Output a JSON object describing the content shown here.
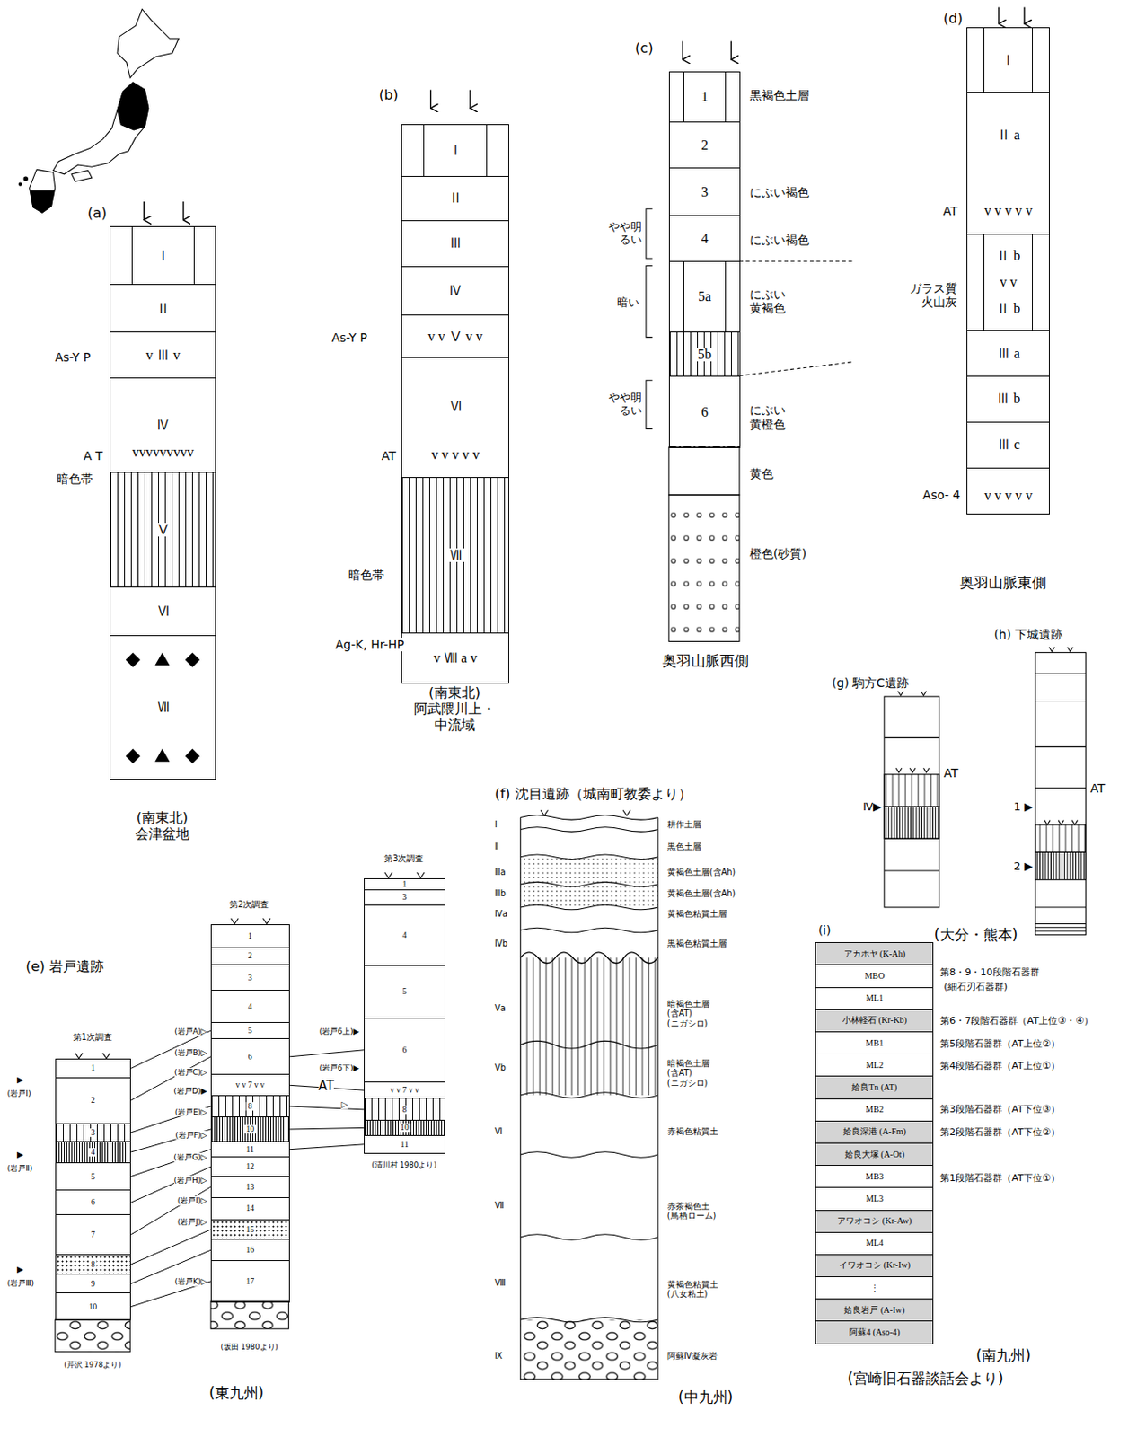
{
  "diagram": {
    "nodes": [
      {
        "text": [
          "Ⅰ"
        ]
      },
      {
        "text": [
          "Ⅱ"
        ]
      },
      {
        "text": [
          "v Ⅲ v"
        ]
      },
      {
        "text": [
          "Ⅳ",
          "vvvvvvvvv"
        ]
      },
      {
        "text": [
          "Ⅴ"
        ]
      },
      {
        "text": [
          "Ⅵ"
        ]
      },
      {
        "text": [
          "Ⅶ"
        ]
      },
      {
        "text": [
          "Ⅰ"
        ]
      },
      {
        "text": [
          "Ⅱ"
        ]
      },
      {
        "text": [
          "Ⅲ"
        ]
      },
      {
        "text": [
          "Ⅳ"
        ]
      },
      {
        "text": [
          "v v Ⅴ v v"
        ]
      },
      {
        "text": [
          "Ⅵ",
          "v v v v v"
        ]
      },
      {
        "text": [
          "Ⅶ"
        ]
      },
      {
        "text": [
          "v Ⅷ a v"
        ]
      },
      {
        "text": [
          "1"
        ]
      },
      {
        "text": [
          "2"
        ]
      },
      {
        "text": [
          "3"
        ]
      },
      {
        "text": [
          "4"
        ]
      },
      {
        "text": [
          "5a"
        ]
      },
      {
        "text": [
          "5b"
        ]
      },
      {
        "text": [
          "6"
        ]
      },
      {
        "text": [
          "Ⅰ"
        ]
      },
      {
        "text": [
          "Ⅱ a",
          "v v v v v"
        ]
      },
      {
        "text": [
          "Ⅱ b",
          "v v",
          "Ⅱ b"
        ]
      },
      {
        "text": [
          "Ⅲ a"
        ]
      },
      {
        "text": [
          "Ⅲ b"
        ]
      },
      {
        "text": [
          "Ⅲ c"
        ]
      },
      {
        "text": [
          "v v v v v"
        ]
      },
      {
        "text": [
          "1"
        ]
      },
      {
        "text": [
          "2"
        ]
      },
      {
        "text": [
          "3"
        ]
      },
      {
        "text": [
          "4"
        ]
      },
      {
        "text": [
          "5"
        ]
      },
      {
        "text": [
          "6"
        ]
      },
      {
        "text": [
          "7"
        ]
      },
      {
        "text": [
          "8"
        ]
      },
      {
        "text": [
          "9"
        ]
      },
      {
        "text": [
          "10"
        ]
      },
      {
        "text": [
          "1"
        ]
      },
      {
        "text": [
          "2"
        ]
      },
      {
        "text": [
          "3"
        ]
      },
      {
        "text": [
          "4"
        ]
      },
      {
        "text": [
          "5"
        ]
      },
      {
        "text": [
          "6"
        ]
      },
      {
        "text": [
          "v v 7 v v"
        ]
      },
      {
        "text": [
          "8"
        ]
      },
      {
        "text": [
          "10"
        ]
      },
      {
        "text": [
          "11"
        ]
      },
      {
        "text": [
          "12"
        ]
      },
      {
        "text": [
          "13"
        ]
      },
      {
        "text": [
          "14"
        ]
      },
      {
        "text": [
          "15"
        ]
      },
      {
        "text": [
          "16"
        ]
      },
      {
        "text": [
          "17"
        ]
      },
      {
        "text": [
          "1"
        ]
      },
      {
        "text": [
          "3"
        ]
      },
      {
        "text": [
          "4"
        ]
      },
      {
        "text": [
          "5"
        ]
      },
      {
        "text": [
          "6"
        ]
      },
      {
        "text": [
          "v v 7 v v"
        ]
      },
      {
        "text": [
          "8"
        ]
      },
      {
        "text": [
          "10"
        ]
      },
      {
        "text": [
          "11"
        ]
      },
      {
        "text": [
          "アカホヤ (K-Ah)"
        ]
      },
      {
        "text": [
          "MBO"
        ]
      },
      {
        "text": [
          "ML1"
        ]
      },
      {
        "text": [
          "小林軽石 (Kr-Kb)"
        ]
      },
      {
        "text": [
          "MB1"
        ]
      },
      {
        "text": [
          "ML2"
        ]
      },
      {
        "text": [
          "姶良Tn (AT)"
        ]
      },
      {
        "text": [
          "MB2"
        ]
      },
      {
        "text": [
          "姶良深港 (A-Fm)"
        ]
      },
      {
        "text": [
          "姶良大塚 (A-Ot)"
        ]
      },
      {
        "text": [
          "MB3"
        ]
      },
      {
        "text": [
          "ML3"
        ]
      },
      {
        "text": [
          "アワオコシ (Kr-Aw)"
        ]
      },
      {
        "text": [
          "ML4"
        ]
      },
      {
        "text": [
          "イワオコシ (Kr-Iw)"
        ]
      },
      {
        "text": [
          "⋮"
        ]
      },
      {
        "text": [
          "姶良岩戸 (A-Iw)"
        ]
      },
      {
        "text": [
          "阿蘇4 (Aso-4)"
        ]
      }
    ],
    "edges": [
      {
        "from": 29,
        "to": 43,
        "arrow": "none"
      },
      {
        "from": 30,
        "to": 44,
        "arrow": "none"
      },
      {
        "from": 31,
        "to": 46,
        "arrow": "none"
      },
      {
        "from": 32,
        "to": 47,
        "arrow": "none"
      },
      {
        "from": 33,
        "to": 48,
        "arrow": "none"
      },
      {
        "from": 34,
        "to": 49,
        "arrow": "none"
      },
      {
        "from": 35,
        "to": 50,
        "arrow": "none"
      },
      {
        "from": 36,
        "to": 52,
        "arrow": "none"
      },
      {
        "from": 37,
        "to": 53,
        "arrow": "none"
      },
      {
        "from": 38,
        "to": 54,
        "arrow": "none"
      },
      {
        "from": 44,
        "to": 59,
        "arrow": "none"
      },
      {
        "from": 45,
        "to": 60,
        "arrow": "none"
      },
      {
        "from": 46,
        "to": 61,
        "arrow": "none"
      },
      {
        "from": 47,
        "to": 62,
        "arrow": "none"
      },
      {
        "from": 48,
        "to": 63,
        "arrow": "none"
      }
    ],
    "labels": [
      "(a)",
      "As-Y P",
      "A T",
      "暗色帯",
      "(南東北) 会津盆地",
      "(b)",
      "As-Y P",
      "AT",
      "暗色帯",
      "Ag-K, Hr-HP",
      "(南東北) 阿武隈川上・中流域",
      "(c)",
      "黒褐色土層",
      "にぶい褐色",
      "にぶい褐色",
      "にぶい 黄褐色",
      "にぶい 黄橙色",
      "黄色",
      "橙色(砂質)",
      "やや明 るい",
      "暗い",
      "やや明 るい",
      "奥羽山脈西側",
      "(d)",
      "AT",
      "ガラス質 火山灰",
      "Aso- 4",
      "奥羽山脈東側",
      "(g) 駒方C遺跡",
      "AT",
      "Ⅳ▶",
      "(h) 下城遺跡",
      "1 ▶",
      "AT",
      "2 ▶",
      "(大分・熊本)",
      "(f) 沈目遺跡（城南町教委より）",
      "Ⅰ",
      "Ⅱ",
      "Ⅲa",
      "Ⅲb",
      "Ⅳa",
      "Ⅳb",
      "Ⅴa",
      "Ⅴb",
      "Ⅵ",
      "Ⅶ",
      "Ⅷ",
      "Ⅸ",
      "耕作土層",
      "黒色土層",
      "黄褐色土層(含Ah)",
      "黄褐色土層(含Ah)",
      "黄褐色粘質土層",
      "黒褐色粘質土層",
      "暗褐色土層(含AT) (ニガシロ)",
      "暗褐色土層(含AT) (ニガシロ)",
      "赤褐色粘質土",
      "赤茶褐色土 (鳥栖ローム)",
      "黄褐色粘質土 (八女粘土)",
      "阿蘇Ⅳ凝灰岩",
      "(中九州)",
      "(e) 岩戸遺跡",
      "第1次調査",
      "第2次調査",
      "第3次調査",
      "▶",
      "(岩戸Ⅰ)",
      "▶",
      "(岩戸Ⅱ)",
      "▶",
      "(岩戸Ⅲ)",
      "(岩戸A)▷",
      "(岩戸B)▷",
      "(岩戸C)▷",
      "(岩戸D)▶",
      "(岩戸E)▷",
      "(岩戸F)▷",
      "(岩戸G)▷",
      "(岩戸H)▷",
      "(岩戸I)▷",
      "(岩戸J)▷",
      "(岩戸K)▷",
      "(岩戸6上)▶",
      "(岩戸6下)▶",
      "AT",
      "▷",
      "(芹沢 1978より)",
      "(坂田 1980より)",
      "(清川村 1980より)",
      "(東九州)",
      "(i)",
      "第8・9・10段階石器群",
      "(細石刃石器群)",
      "第6・7段階石器群（AT上位③・④）",
      "第5段階石器群（AT上位②）",
      "第4段階石器群（AT上位①）",
      "第3段階石器群（AT下位③）",
      "第2段階石器群（AT下位②）",
      "第1段階石器群（AT下位①）",
      "(南九州)",
      "(宮崎旧石器談話会より)"
    ]
  }
}
